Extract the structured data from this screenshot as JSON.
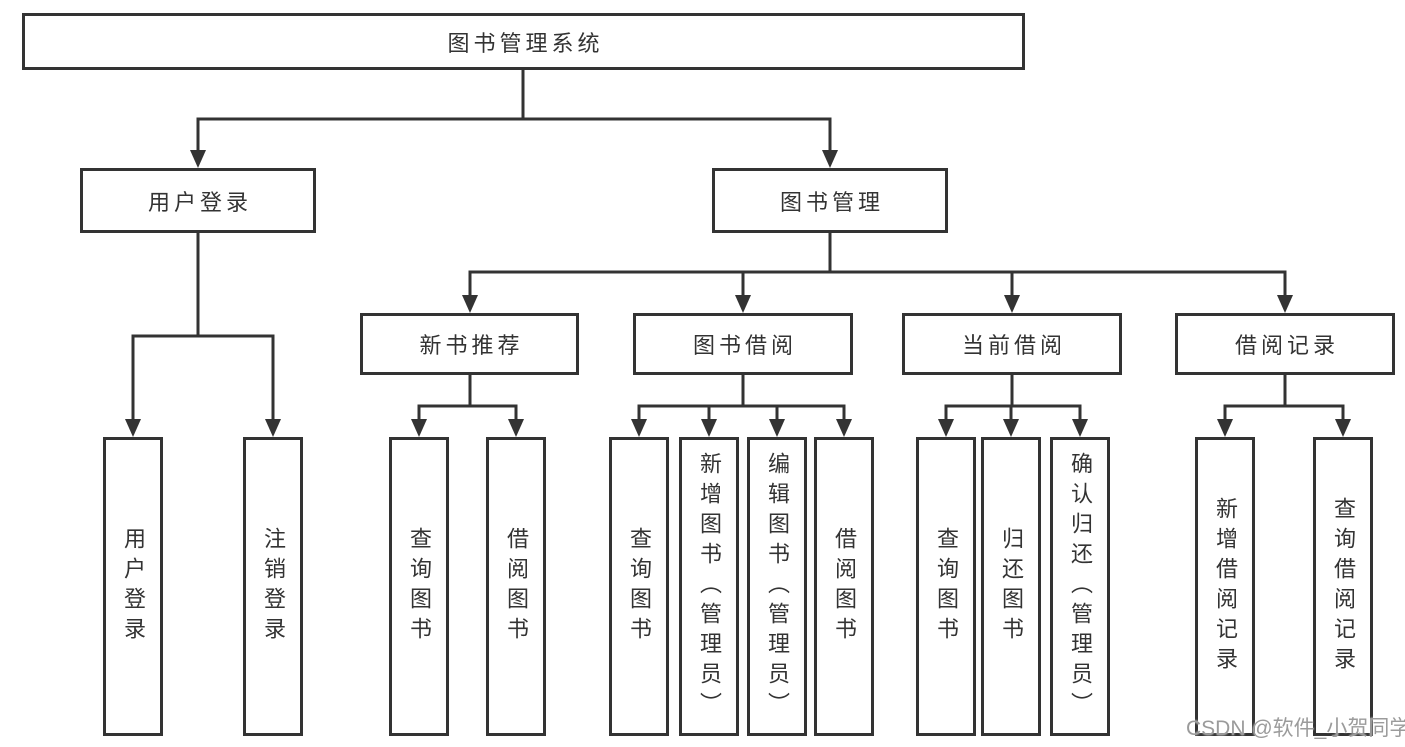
{
  "tree": {
    "label": "图书管理系统",
    "children": [
      {
        "label": "用户登录",
        "children": [
          {
            "label": "用户登录"
          },
          {
            "label": "注销登录"
          }
        ]
      },
      {
        "label": "图书管理",
        "children": [
          {
            "label": "新书推荐",
            "children": [
              {
                "label": "查询图书"
              },
              {
                "label": "借阅图书"
              }
            ]
          },
          {
            "label": "图书借阅",
            "children": [
              {
                "label": "查询图书"
              },
              {
                "label": "新增图书（管理员）"
              },
              {
                "label": "编辑图书（管理员）"
              },
              {
                "label": "借阅图书"
              }
            ]
          },
          {
            "label": "当前借阅",
            "children": [
              {
                "label": "查询图书"
              },
              {
                "label": "归还图书"
              },
              {
                "label": "确认归还（管理员）"
              }
            ]
          },
          {
            "label": "借阅记录",
            "children": [
              {
                "label": "新增借阅记录"
              },
              {
                "label": "查询借阅记录"
              }
            ]
          }
        ]
      }
    ]
  },
  "watermark": "CSDN @软件_小贺同学",
  "colors": {
    "line": "#333333",
    "box_border": "#333333",
    "text": "#333333",
    "background": "#ffffff",
    "watermark": "#9b9b9b"
  }
}
